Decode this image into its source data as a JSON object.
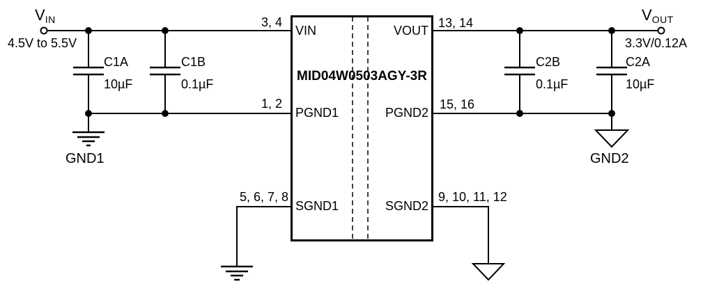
{
  "input": {
    "label": "V",
    "label_sub": "IN",
    "range": "4.5V to 5.5V"
  },
  "output": {
    "label": "V",
    "label_sub": "OUT",
    "rating": "3.3V/0.12A"
  },
  "ic": {
    "part_number": "MID04W0503AGY-3R",
    "pins": {
      "vin": {
        "name": "VIN",
        "numbers": "3, 4"
      },
      "vout": {
        "name": "VOUT",
        "numbers": "13, 14"
      },
      "pgnd1": {
        "name": "PGND1",
        "numbers": "1, 2"
      },
      "pgnd2": {
        "name": "PGND2",
        "numbers": "15, 16"
      },
      "sgnd1": {
        "name": "SGND1",
        "numbers": "5, 6, 7, 8"
      },
      "sgnd2": {
        "name": "SGND2",
        "numbers": "9, 10, 11, 12"
      }
    }
  },
  "capacitors": {
    "c1a": {
      "ref": "C1A",
      "value": "10µF"
    },
    "c1b": {
      "ref": "C1B",
      "value": "0.1µF"
    },
    "c2b": {
      "ref": "C2B",
      "value": "0.1µF"
    },
    "c2a": {
      "ref": "C2A",
      "value": "10µF"
    }
  },
  "grounds": {
    "gnd1": "GND1",
    "gnd2": "GND2"
  },
  "colors": {
    "line": "#000000",
    "text": "#000000",
    "background": "#ffffff"
  }
}
